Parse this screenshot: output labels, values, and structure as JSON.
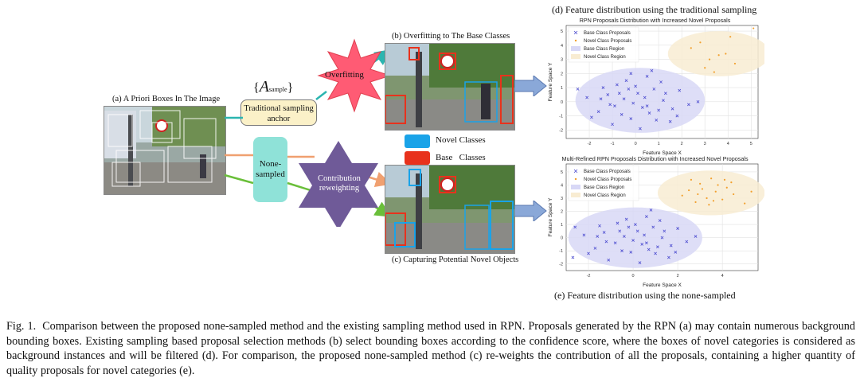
{
  "captions": {
    "a": "(a) A Priori Boxes In The Image",
    "b": "(b) Overfitting to The Base Classes",
    "c": "(c) Capturing Potential Novel Objects",
    "d": "(d) Feature distribution using the traditional sampling",
    "e": "(e) Feature distribution using the none-sampled"
  },
  "labels": {
    "a_sample_main": "A",
    "a_sample_sub": "sample",
    "traditional_anchor": "Traditional sampling anchor",
    "overfitting": "Overfitting",
    "none_sampled": "None-sampled",
    "contribution": "Contribution reweighting",
    "novel_classes": "Novel Classes",
    "base_classes": "Base   Classes"
  },
  "colors": {
    "novel": "#1aa3e8",
    "base": "#e8321c",
    "star": "#ff5b74",
    "hexagram": "#6f5a98",
    "anchor_box": "#fbf1c8",
    "none_box": "#8fe2d8",
    "arrow_block": "#8aa8d8",
    "base_point": "#4e4ed0",
    "novel_point": "#f2a02e",
    "base_region": "#d8d8f6",
    "novel_region": "#f8ecd2"
  },
  "caption_text": {
    "fig": "Fig. 1.",
    "body": "Comparison between the proposed none-sampled method and the existing sampling method used in RPN. Proposals generated by the RPN (a) may contain numerous background bounding boxes. Existing sampling based proposal selection methods (b) select bounding boxes according to the confidence score, where the boxes of novel categories is considered as background instances and will be filtered (d). For comparison, the proposed none-sampled method (c) re-weights the contribution of all the proposals, containing a higher quantity of quality proposals for novel categories (e)."
  },
  "chart_data": [
    {
      "type": "scatter",
      "title": "RPN Proposals Distribution with Increased Novel Proposals",
      "xlabel": "Feature Space X",
      "ylabel": "Feature Space Y",
      "xlim": [
        -3,
        5.3
      ],
      "ylim": [
        -2.6,
        5.4
      ],
      "xticks": [
        -2,
        -1,
        0,
        1,
        2,
        3,
        4,
        5
      ],
      "yticks": [
        -2,
        -1,
        0,
        1,
        2,
        3,
        4,
        5
      ],
      "grid": true,
      "legend_position": "top-left",
      "legend": [
        "Base Class Proposals",
        "Novel Class Proposals",
        "Base Class Region",
        "Novel Class Region"
      ],
      "regions": [
        {
          "name": "Base Class Region",
          "center": [
            0.2,
            0.1
          ],
          "rx": 2.8,
          "ry": 2.3
        },
        {
          "name": "Novel Class Region",
          "center": [
            3.6,
            3.4
          ],
          "rx": 2.2,
          "ry": 1.6
        }
      ],
      "series": [
        {
          "name": "Base Class Proposals",
          "marker": "x",
          "points": [
            [
              -1.2,
              0.5
            ],
            [
              -0.8,
              1.2
            ],
            [
              -0.5,
              0.2
            ],
            [
              0.3,
              -0.4
            ],
            [
              0.8,
              0.9
            ],
            [
              1.2,
              0.1
            ],
            [
              -1.6,
              -0.7
            ],
            [
              0.5,
              1.8
            ],
            [
              -0.2,
              -1.2
            ],
            [
              1.6,
              -0.5
            ],
            [
              -2.1,
              0.3
            ],
            [
              0.1,
              0.6
            ],
            [
              0.9,
              -1.3
            ],
            [
              -0.9,
              -0.3
            ],
            [
              1.9,
              0.8
            ],
            [
              -0.4,
              1.5
            ],
            [
              0.6,
              -0.8
            ],
            [
              -1.4,
              1.0
            ],
            [
              2.3,
              -0.2
            ],
            [
              -0.1,
              -0.1
            ],
            [
              1.1,
              1.4
            ],
            [
              -1.9,
              -1.1
            ],
            [
              0.4,
              0.3
            ],
            [
              -0.6,
              -0.9
            ],
            [
              1.5,
              -1.4
            ],
            [
              -1.0,
              -1.6
            ],
            [
              0.2,
              -1.9
            ],
            [
              2.7,
              0.0
            ],
            [
              -2.5,
              0.9
            ],
            [
              0.7,
              2.2
            ],
            [
              -0.3,
              0.9
            ],
            [
              1.3,
              0.6
            ],
            [
              -1.1,
              -0.2
            ],
            [
              0.0,
              1.1
            ],
            [
              1.8,
              -1.0
            ],
            [
              -0.7,
              0.6
            ],
            [
              0.5,
              -0.3
            ],
            [
              -1.5,
              0.2
            ],
            [
              1.0,
              -0.6
            ],
            [
              -0.2,
              2.0
            ]
          ]
        },
        {
          "name": "Novel Class Proposals",
          "marker": "dot",
          "points": [
            [
              2.8,
              4.2
            ],
            [
              3.2,
              3.0
            ],
            [
              3.6,
              3.3
            ],
            [
              4.3,
              2.7
            ],
            [
              3.0,
              2.4
            ],
            [
              2.4,
              3.8
            ],
            [
              4.1,
              4.6
            ],
            [
              3.9,
              3.4
            ],
            [
              5.1,
              5.2
            ],
            [
              3.4,
              2.1
            ]
          ]
        }
      ]
    },
    {
      "type": "scatter",
      "title": "Multi-Refined RPN Proposals Distribution with Increased Novel Proposals",
      "xlabel": "Feature Space X",
      "ylabel": "Feature Space Y",
      "xlim": [
        -3,
        5.6
      ],
      "ylim": [
        -2.5,
        5.6
      ],
      "xticks": [
        -2,
        0,
        2,
        4
      ],
      "yticks": [
        -2,
        -1,
        0,
        1,
        2,
        3,
        4,
        5
      ],
      "grid": true,
      "legend_position": "top-left",
      "legend": [
        "Base Class Proposals",
        "Novel Class Proposals",
        "Base Class Region",
        "Novel Class Region"
      ],
      "regions": [
        {
          "name": "Base Class Region",
          "center": [
            0.1,
            0.0
          ],
          "rx": 3.0,
          "ry": 2.3
        },
        {
          "name": "Novel Class Region",
          "center": [
            3.5,
            3.4
          ],
          "rx": 2.4,
          "ry": 1.7
        }
      ],
      "series": [
        {
          "name": "Base Class Proposals",
          "marker": "x",
          "points": [
            [
              -1.3,
              0.4
            ],
            [
              -0.7,
              1.1
            ],
            [
              -0.4,
              0.1
            ],
            [
              0.4,
              -0.5
            ],
            [
              0.9,
              0.8
            ],
            [
              1.3,
              0.0
            ],
            [
              -1.7,
              -0.8
            ],
            [
              0.6,
              1.6
            ],
            [
              -0.1,
              -1.1
            ],
            [
              1.7,
              -0.6
            ],
            [
              -2.2,
              0.2
            ],
            [
              0.2,
              0.5
            ],
            [
              1.0,
              -1.2
            ],
            [
              -0.8,
              -0.4
            ],
            [
              2.0,
              0.7
            ],
            [
              -0.3,
              1.4
            ],
            [
              0.7,
              -0.9
            ],
            [
              -1.5,
              0.9
            ],
            [
              2.4,
              -0.3
            ],
            [
              0.0,
              -0.2
            ],
            [
              1.2,
              1.3
            ],
            [
              -2.0,
              -1.2
            ],
            [
              0.5,
              0.2
            ],
            [
              -0.5,
              -1.0
            ],
            [
              1.6,
              -1.5
            ],
            [
              -1.1,
              -1.7
            ],
            [
              0.3,
              -1.9
            ],
            [
              2.8,
              0.1
            ],
            [
              -2.6,
              0.8
            ],
            [
              0.8,
              2.1
            ],
            [
              -0.2,
              0.8
            ],
            [
              1.4,
              0.5
            ],
            [
              -1.2,
              -0.3
            ],
            [
              0.1,
              1.0
            ],
            [
              1.9,
              -1.1
            ],
            [
              -0.6,
              0.5
            ],
            [
              0.6,
              -0.4
            ],
            [
              -1.6,
              0.1
            ],
            [
              1.1,
              -0.7
            ],
            [
              -2.7,
              -1.5
            ]
          ]
        },
        {
          "name": "Novel Class Proposals",
          "marker": "dot",
          "points": [
            [
              2.5,
              3.6
            ],
            [
              3.0,
              4.1
            ],
            [
              3.3,
              3.0
            ],
            [
              3.7,
              3.5
            ],
            [
              4.2,
              3.8
            ],
            [
              2.8,
              2.7
            ],
            [
              3.5,
              4.5
            ],
            [
              4.0,
              2.9
            ],
            [
              2.2,
              3.2
            ],
            [
              3.1,
              3.7
            ],
            [
              4.5,
              3.3
            ],
            [
              3.8,
              4.0
            ],
            [
              2.6,
              4.4
            ],
            [
              3.4,
              2.5
            ],
            [
              4.1,
              4.4
            ],
            [
              2.9,
              3.3
            ],
            [
              3.6,
              2.8
            ],
            [
              4.4,
              4.2
            ],
            [
              5.3,
              3.5
            ],
            [
              5.0,
              2.6
            ]
          ]
        }
      ]
    }
  ]
}
